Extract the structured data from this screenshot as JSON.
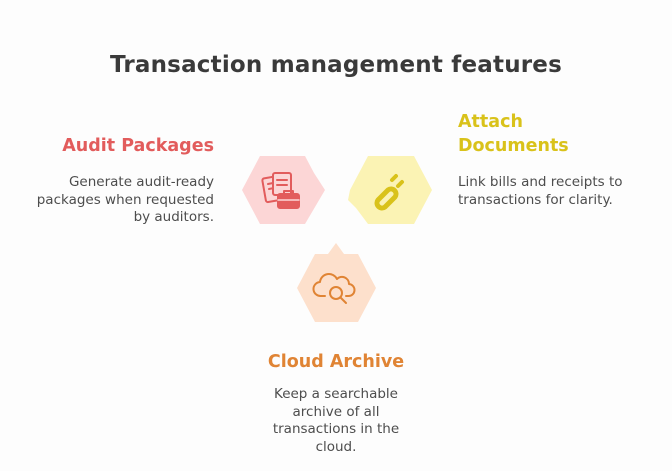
{
  "title": "Transaction management features",
  "colors": {
    "audit": "#e25c5c",
    "attach": "#d9c21a",
    "cloud": "#e08434",
    "audit_bg": "#fcd6d6",
    "attach_bg": "#fbf3b4",
    "cloud_bg": "#fde0cc"
  },
  "features": {
    "audit": {
      "title": "Audit Packages",
      "description": "Generate audit-ready packages when requested by auditors.",
      "icon": "documents-briefcase-icon"
    },
    "attach": {
      "title": "Attach Documents",
      "description": "Link bills and receipts to transactions for clarity.",
      "icon": "paperclip-link-icon"
    },
    "cloud": {
      "title": "Cloud Archive",
      "description": "Keep a searchable archive of all transactions in the cloud.",
      "icon": "cloud-search-icon"
    }
  }
}
